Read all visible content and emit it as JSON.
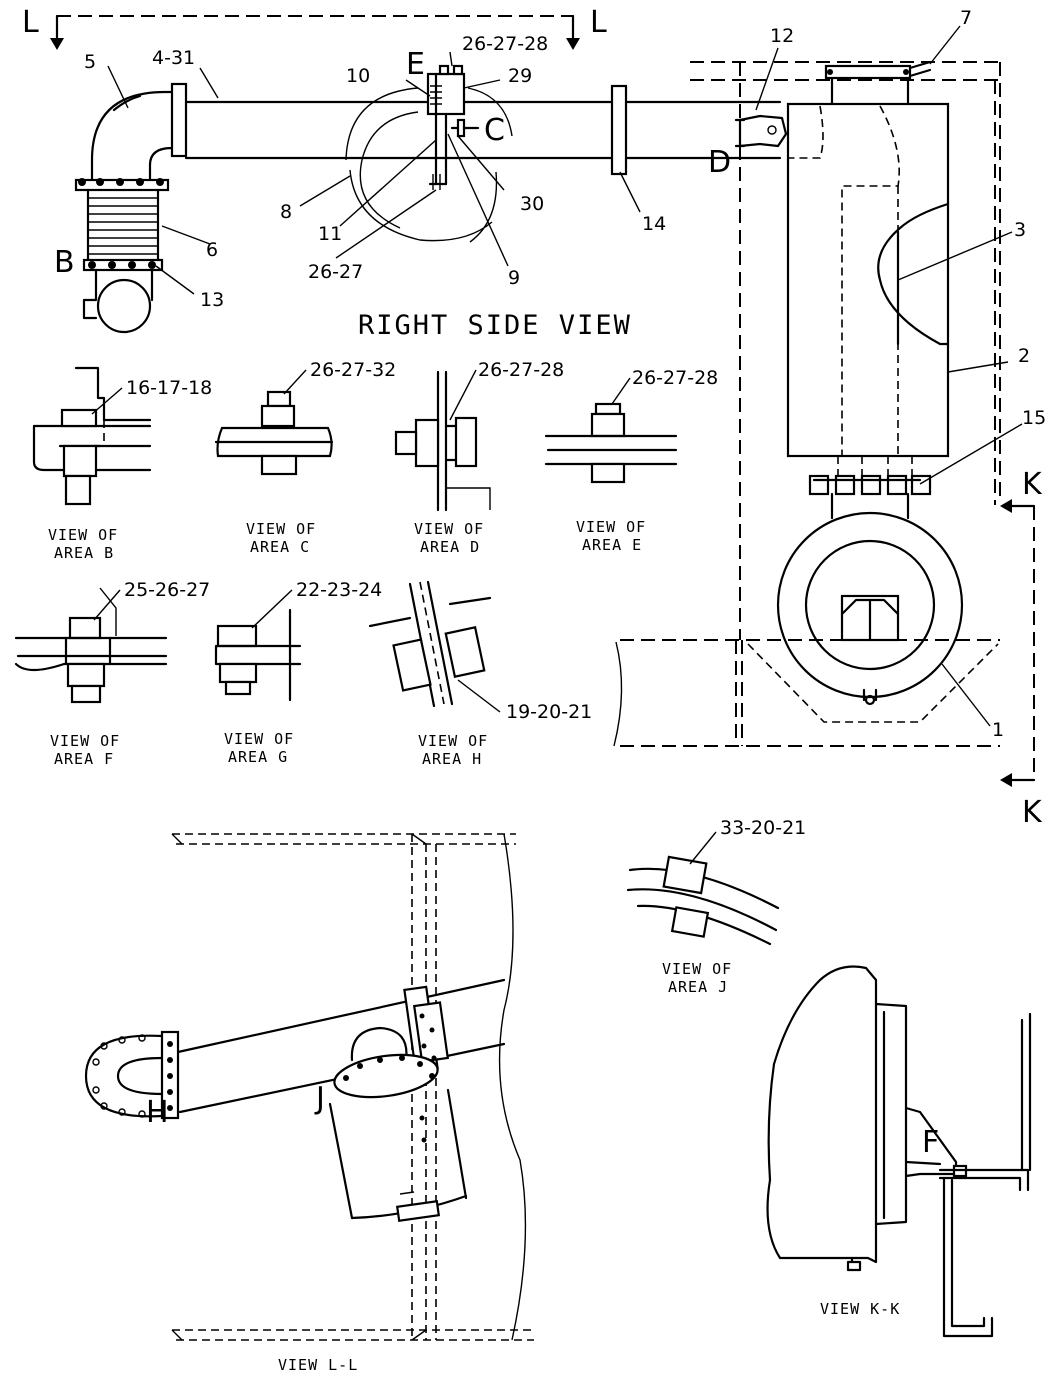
{
  "main_title": "RIGHT SIDE VIEW",
  "section_letters": {
    "l_left": "L",
    "l_right": "L",
    "k_top": "K",
    "k_bottom": "K",
    "b": "B",
    "c": "C",
    "d": "D",
    "e": "E",
    "h": "H",
    "j": "J",
    "f": "F"
  },
  "callouts": {
    "c4_31": "4-31",
    "c5": "5",
    "c26_27_28_top": "26-27-28",
    "c10": "10",
    "c29": "29",
    "c12": "12",
    "c7": "7",
    "c8": "8",
    "c11": "11",
    "c30": "30",
    "c14": "14",
    "c6": "6",
    "c13": "13",
    "c26_27": "26-27",
    "c9": "9",
    "c3": "3",
    "c2": "2",
    "c15": "15",
    "c1": "1",
    "c16_17_18": "16-17-18",
    "c26_27_32": "26-27-32",
    "c26_27_28_d": "26-27-28",
    "c26_27_28_e": "26-27-28",
    "c25_26_27": "25-26-27",
    "c22_23_24": "22-23-24",
    "c19_20_21": "19-20-21",
    "c33_20_21": "33-20-21"
  },
  "view_labels": {
    "view_of": "VIEW OF",
    "area_b": "AREA B",
    "area_c": "AREA C",
    "area_d": "AREA D",
    "area_e": "AREA E",
    "area_f": "AREA F",
    "area_g": "AREA G",
    "area_h": "AREA H",
    "area_j": "AREA J",
    "view_ll": "VIEW L-L",
    "view_kk": "VIEW K-K"
  }
}
